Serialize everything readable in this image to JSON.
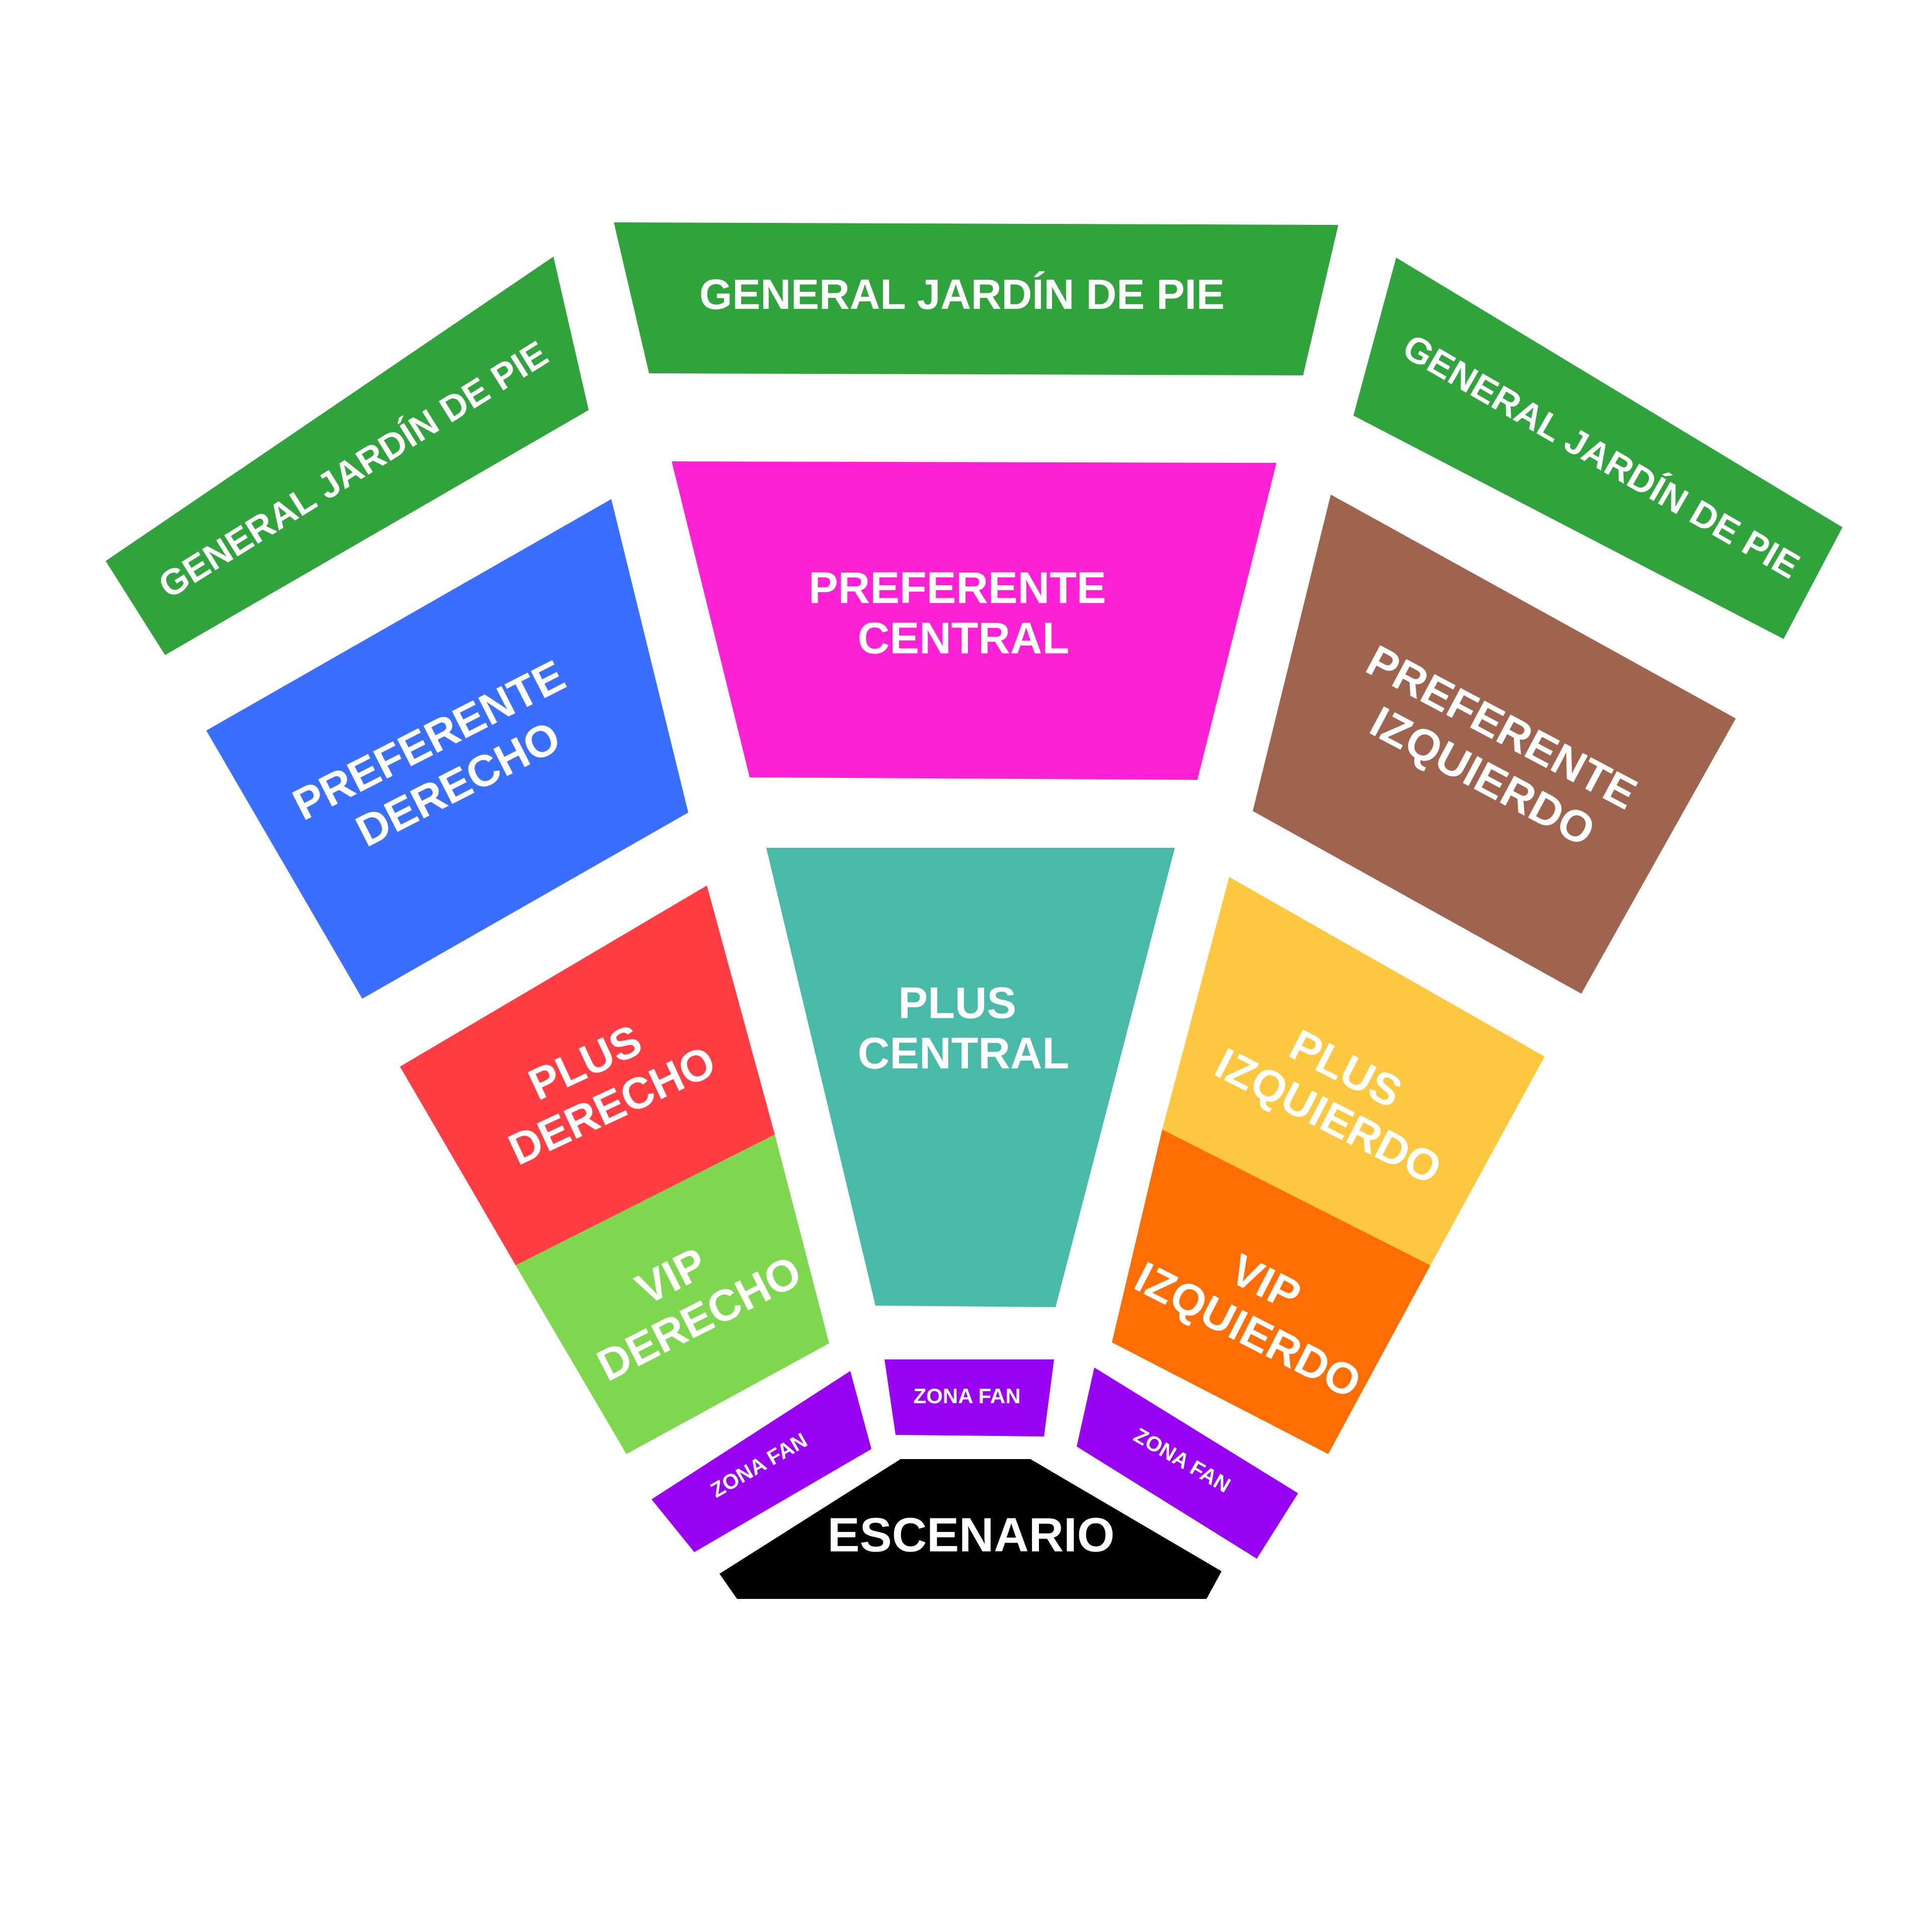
{
  "sections": {
    "general_left": {
      "lines": [
        "GENERAL JARDÍN DE PIE"
      ],
      "color": "#31A33D"
    },
    "general_center": {
      "lines": [
        "GENERAL JARDÍN DE PIE"
      ],
      "color": "#31A33D"
    },
    "general_right": {
      "lines": [
        "GENERAL JARDÍN DE PIE"
      ],
      "color": "#31A33D"
    },
    "preferente_derecho": {
      "lines": [
        "PREFERENTE",
        "DERECHO"
      ],
      "color": "#3A6FFD"
    },
    "preferente_central": {
      "lines": [
        "PREFERENTE",
        "CENTRAL"
      ],
      "color": "#FD21D6"
    },
    "preferente_izquierdo": {
      "lines": [
        "PREFERENTE",
        "IZQUIERDO"
      ],
      "color": "#9E644E"
    },
    "plus_derecho": {
      "lines": [
        "PLUS",
        "DERECHO"
      ],
      "color": "#FE3E43"
    },
    "plus_central": {
      "lines": [
        "PLUS",
        "CENTRAL"
      ],
      "color": "#4ABAA8"
    },
    "plus_izquierdo": {
      "lines": [
        "PLUS",
        "IZQUIERDO"
      ],
      "color": "#FDC73F"
    },
    "vip_derecho": {
      "lines": [
        "VIP",
        "DERECHO"
      ],
      "color": "#7ED74E"
    },
    "vip_izquierdo": {
      "lines": [
        "VIP",
        "IZQUIERDO"
      ],
      "color": "#FE6E02"
    },
    "zona_fan_left": {
      "lines": [
        "ZONA FAN"
      ],
      "color": "#9903F4"
    },
    "zona_fan_center": {
      "lines": [
        "ZONA FAN"
      ],
      "color": "#9903F4"
    },
    "zona_fan_right": {
      "lines": [
        "ZONA FAN"
      ],
      "color": "#9903F4"
    },
    "escenario": {
      "lines": [
        "ESCENARIO"
      ],
      "color": "#000000"
    }
  }
}
